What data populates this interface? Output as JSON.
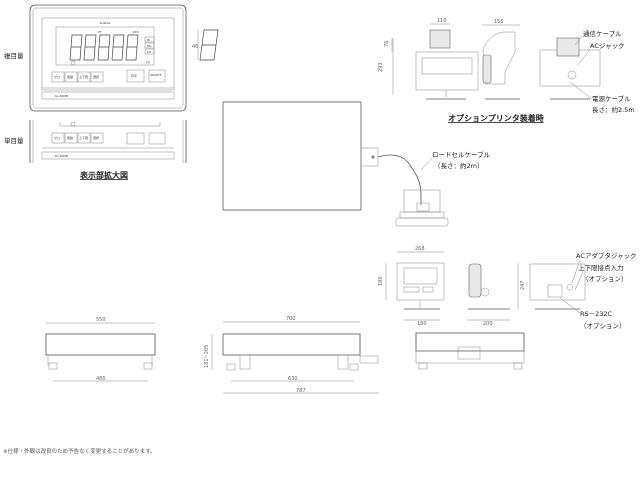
{
  "display_detail": {
    "title": "表示部拡大図",
    "multi_range_label": "複目量",
    "single_range_label": "単目量",
    "brand": "Kubota",
    "unit_labels": [
      "PT",
      "PCS",
      "kg"
    ],
    "indicator_labels": [
      "HI",
      "OK",
      "LO"
    ],
    "buttons_multi": [
      "ゼロ",
      "風袋",
      "上下限",
      "選択"
    ],
    "buttons_single": [
      "ゼロ",
      "風袋",
      "上下限",
      "選択"
    ],
    "print_button": "印字",
    "power_button": "ON/OFF",
    "model_multi": "KL-60DB",
    "model_single": "KL-60DB",
    "digit_height_dim": "46"
  },
  "printer_option": {
    "title": "オプションプリンタ装着時",
    "labels": {
      "comm_cable": "通信ケーブル",
      "ac_jack": "ACジャック",
      "power_cable": "電源ケーブル",
      "power_cable_length": "長さ：約2.5m"
    },
    "dims": {
      "printer_width": "110",
      "printer_height": "76",
      "total_height": "293",
      "side_depth": "155"
    }
  },
  "loadcell": {
    "cable_label": "ロードセルケーブル",
    "cable_length": "（長さ：約2m）"
  },
  "indicator_views": {
    "labels": {
      "ac_adapter_jack": "ACアダプタジャック",
      "contact_input": "上下限接点入力",
      "contact_input_option": "（オプション）",
      "rs232c": "RS－232C",
      "rs232c_option": "（オプション）"
    },
    "dims": {
      "width": "268",
      "height": "186",
      "base_width": "180",
      "side_depth": "200",
      "side_height": "247"
    }
  },
  "platform_views": {
    "dims": {
      "front_width": "550",
      "front_feet": "480",
      "side_width": "700",
      "side_height": "181~205",
      "side_feet": "630",
      "overall": "787"
    }
  },
  "footnote": "※仕様・外観は改良のため予告なく変更することがあります。"
}
